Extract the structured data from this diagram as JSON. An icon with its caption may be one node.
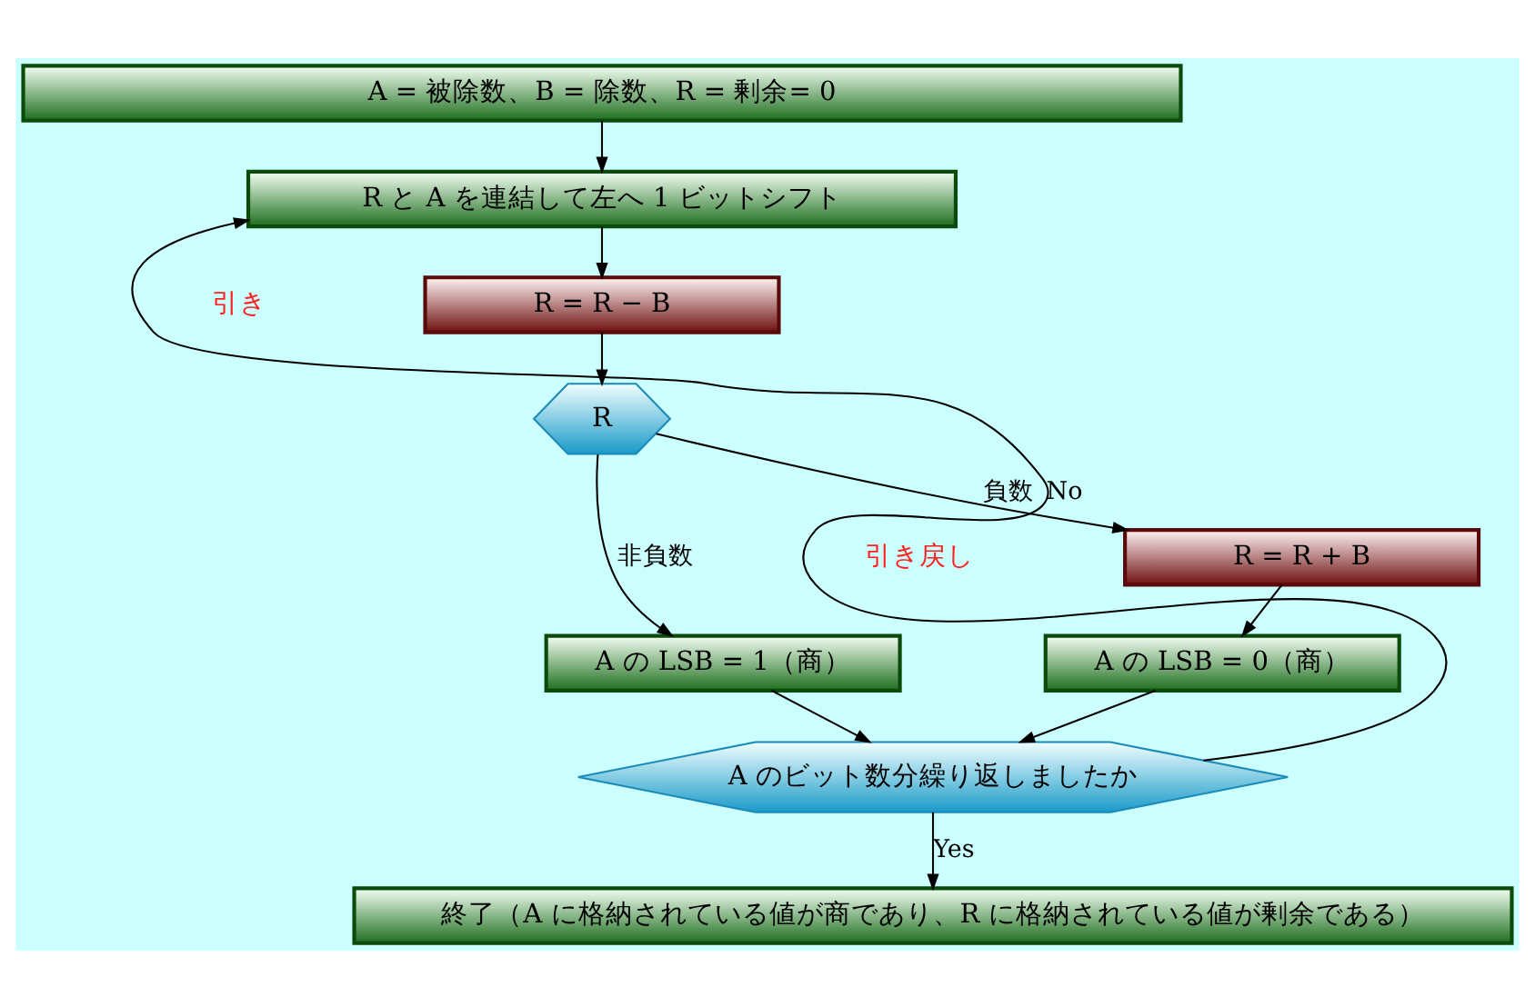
{
  "diagram": {
    "nodes": [
      {
        "text": [
          "A = 被除数、B = 除数、R = 剰余= 0"
        ]
      },
      {
        "text": [
          "R と A を連結して左へ 1 ビットシフト"
        ]
      },
      {
        "text": [
          "R = R − B"
        ]
      },
      {
        "text": [
          "R"
        ]
      },
      {
        "text": [
          "R = R + B"
        ]
      },
      {
        "text": [
          "A の LSB = 0（商）"
        ]
      },
      {
        "text": [
          "A の LSB = 1（商）"
        ]
      },
      {
        "text": [
          "A のビット数分繰り返しましたか"
        ]
      },
      {
        "text": [
          "終了（A に格納されている値が商であり、R に格納されている値が剰余である）"
        ]
      }
    ],
    "edges": [
      {
        "from": 0,
        "to": 1,
        "arrow": "to"
      },
      {
        "from": 1,
        "to": 2,
        "arrow": "to"
      },
      {
        "from": 2,
        "to": 3,
        "arrow": "to"
      },
      {
        "from": 3,
        "to": 4,
        "arrow": "to",
        "label": "負数"
      },
      {
        "from": 3,
        "to": 6,
        "arrow": "to",
        "label": "非負数"
      },
      {
        "from": 4,
        "to": 5,
        "arrow": "to"
      },
      {
        "from": 5,
        "to": 7,
        "arrow": "to"
      },
      {
        "from": 6,
        "to": 7,
        "arrow": "to"
      },
      {
        "from": 7,
        "to": 1,
        "arrow": "to",
        "label": "No"
      },
      {
        "from": 7,
        "to": 8,
        "arrow": "to",
        "label": "Yes"
      }
    ],
    "labels": [
      "引き",
      "引き戻し"
    ]
  }
}
